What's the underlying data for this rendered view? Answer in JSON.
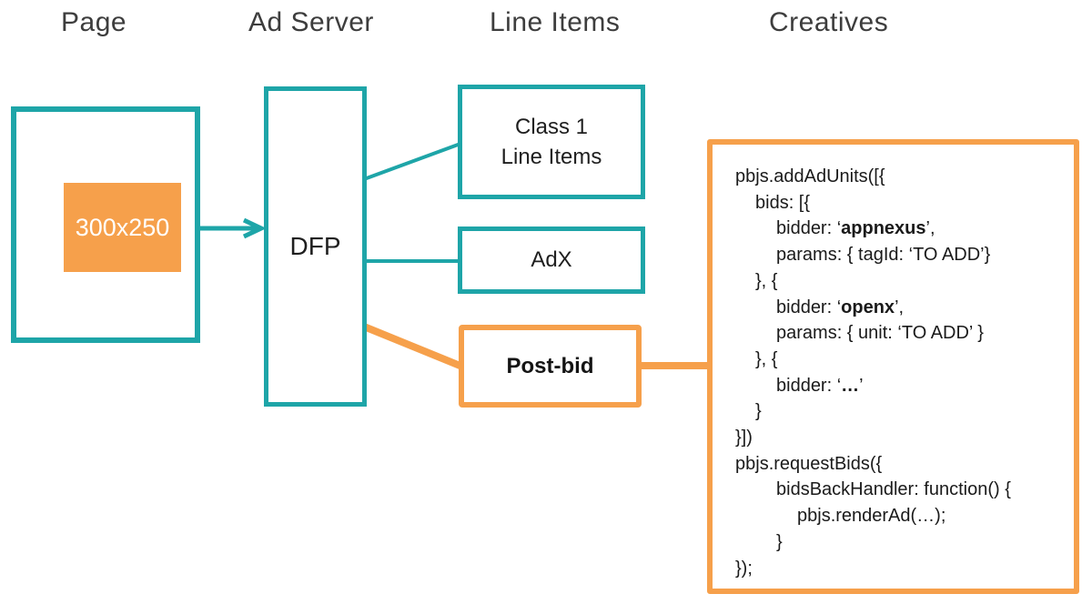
{
  "colors": {
    "teal": "#1EA5A8",
    "orange": "#F6A04B",
    "header_text": "#3D3D3D",
    "code_text": "#1A1A1A",
    "ad_slot_text": "#FFFFFF"
  },
  "headers": [
    {
      "label": "Page"
    },
    {
      "label": "Ad Server"
    },
    {
      "label": "Line Items"
    },
    {
      "label": "Creatives"
    }
  ],
  "nodes": {
    "ad_slot": {
      "label": "300x250"
    },
    "dfp": {
      "label": "DFP"
    },
    "class1": {
      "line1": "Class 1",
      "line2": "Line Items"
    },
    "adx": {
      "label": "AdX"
    },
    "postbid": {
      "label": "Post-bid"
    }
  },
  "connectors": [
    {
      "from": "ad-slot",
      "to": "dfp",
      "style": "teal-arrow"
    },
    {
      "from": "dfp",
      "to": "class1",
      "style": "teal-line"
    },
    {
      "from": "dfp",
      "to": "adx",
      "style": "teal-line"
    },
    {
      "from": "dfp",
      "to": "postbid",
      "style": "orange-line"
    },
    {
      "from": "postbid",
      "to": "creative-code",
      "style": "orange-line"
    }
  ],
  "code": {
    "lines": [
      {
        "indent": 0,
        "segments": [
          {
            "text": "pbjs.addAdUnits([{",
            "bold": false
          }
        ]
      },
      {
        "indent": 1,
        "segments": [
          {
            "text": "bids: [{",
            "bold": false
          }
        ]
      },
      {
        "indent": 2,
        "segments": [
          {
            "text": "bidder: ‘",
            "bold": false
          },
          {
            "text": "appnexus",
            "bold": true
          },
          {
            "text": "’,",
            "bold": false
          }
        ]
      },
      {
        "indent": 2,
        "segments": [
          {
            "text": "params: { tagId: ‘TO ADD’}",
            "bold": false
          }
        ]
      },
      {
        "indent": 1,
        "segments": [
          {
            "text": "}, {",
            "bold": false
          }
        ]
      },
      {
        "indent": 2,
        "segments": [
          {
            "text": "bidder: ‘",
            "bold": false
          },
          {
            "text": "openx",
            "bold": true
          },
          {
            "text": "’,",
            "bold": false
          }
        ]
      },
      {
        "indent": 2,
        "segments": [
          {
            "text": "params: { unit: ‘TO ADD’ }",
            "bold": false
          }
        ]
      },
      {
        "indent": 1,
        "segments": [
          {
            "text": "}, {",
            "bold": false
          }
        ]
      },
      {
        "indent": 2,
        "segments": [
          {
            "text": "bidder: ‘",
            "bold": false
          },
          {
            "text": "…",
            "bold": true
          },
          {
            "text": "’",
            "bold": false
          }
        ]
      },
      {
        "indent": 1,
        "segments": [
          {
            "text": "}",
            "bold": false
          }
        ]
      },
      {
        "indent": 0,
        "segments": [
          {
            "text": "}])",
            "bold": false
          }
        ]
      },
      {
        "indent": 0,
        "segments": [
          {
            "text": "pbjs.requestBids({",
            "bold": false
          }
        ]
      },
      {
        "indent": 2,
        "segments": [
          {
            "text": "bidsBackHandler: function() {",
            "bold": false
          }
        ]
      },
      {
        "indent": 3,
        "segments": [
          {
            "text": "pbjs.renderAd(…);",
            "bold": false
          }
        ]
      },
      {
        "indent": 2,
        "segments": [
          {
            "text": "}",
            "bold": false
          }
        ]
      },
      {
        "indent": 0,
        "segments": [
          {
            "text": "});",
            "bold": false
          }
        ]
      }
    ]
  }
}
